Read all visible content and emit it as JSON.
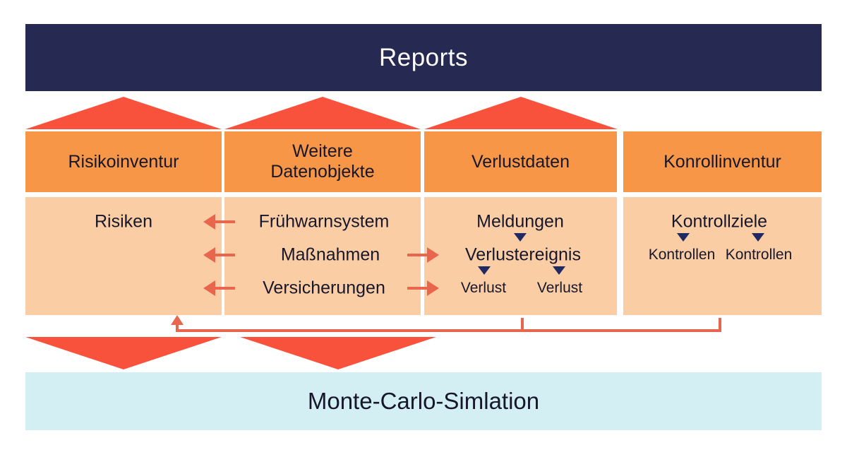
{
  "diagram": {
    "title_bar": {
      "label": "Reports"
    },
    "footer_bar": {
      "label": "Monte-Carlo-Simlation"
    },
    "colors": {
      "navy": "#262951",
      "orange_header": "#f79646",
      "orange_body": "#fbcda5",
      "red_triangle": "#f8523c",
      "coral_arrow": "#e8664e",
      "light_blue": "#d3eff4",
      "text": "#17172b"
    },
    "columns": [
      {
        "id": "risikoinventur",
        "header": "Risikoinventur",
        "items": [
          {
            "label": "Risiken"
          }
        ]
      },
      {
        "id": "weitere-datenobjekte",
        "header": "Weitere\nDatenobjekte",
        "header_line1": "Weitere",
        "header_line2": "Datenobjekte",
        "items": [
          {
            "label": "Frühwarnsystem"
          },
          {
            "label": "Maßnahmen"
          },
          {
            "label": "Versicherungen"
          }
        ]
      },
      {
        "id": "verlustdaten",
        "header": "Verlustdaten",
        "items": [
          {
            "label": "Meldungen"
          },
          {
            "label": "Verlustereignis"
          },
          {
            "label": "Verlust"
          },
          {
            "label": "Verlust"
          }
        ]
      },
      {
        "id": "konrollinventur",
        "header": "Konrollinventur",
        "items": [
          {
            "label": "Kontrollziele"
          },
          {
            "label": "Kontrollen"
          },
          {
            "label": "Kontrollen"
          }
        ]
      }
    ]
  }
}
